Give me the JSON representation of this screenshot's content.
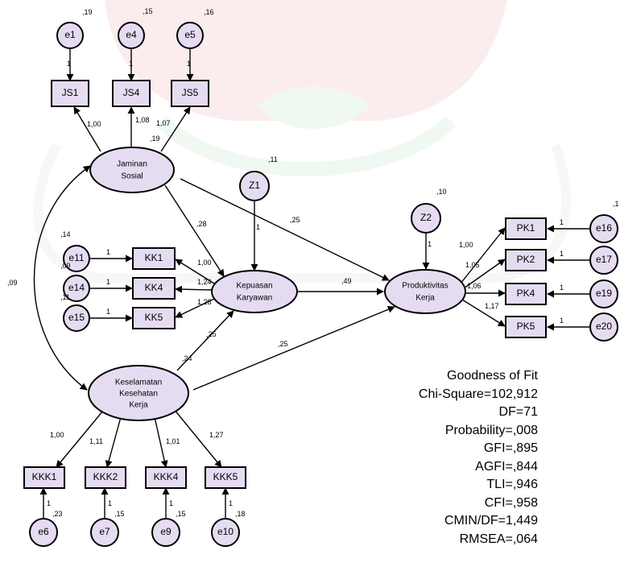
{
  "diagram": {
    "nodes": {
      "e1": "e1",
      "e4": "e4",
      "e5": "e5",
      "JS1": "JS1",
      "JS4": "JS4",
      "JS5": "JS5",
      "js_line1": "Jaminan",
      "js_line2": "Sosial",
      "Z1": "Z1",
      "Z2": "Z2",
      "e11": "e11",
      "e14": "e14",
      "e15": "e15",
      "KK1": "KK1",
      "KK4": "KK4",
      "KK5": "KK5",
      "kk_line1": "Kepuasan",
      "kk_line2": "Karyawan",
      "pk_line1": "Produktivitas",
      "pk_line2": "Kerja",
      "PK1": "PK1",
      "PK2": "PK2",
      "PK4": "PK4",
      "PK5": "PK5",
      "e16": "e16",
      "e17": "e17",
      "e19": "e19",
      "e20": "e20",
      "kkk_line1": "Keselamatan",
      "kkk_line2": "Kesehatan",
      "kkk_line3": "Kerja",
      "KKK1": "KKK1",
      "KKK2": "KKK2",
      "KKK4": "KKK4",
      "KKK5": "KKK5",
      "e6": "e6",
      "e7": "e7",
      "e9": "e9",
      "e10": "e10"
    },
    "labels": {
      "e1_var": ",19",
      "e4_var": ",15",
      "e5_var": ",16",
      "e1_path": "1",
      "e4_path": "1",
      "e5_path": "1",
      "js1_load": "1,00",
      "js4_load": "1,08",
      "js5_load": "1,07",
      "js_var": ",19",
      "z1_var": ",11",
      "z1_path": "1",
      "z2_var": ",10",
      "z2_path": "1",
      "js_kk": ",28",
      "js_pk": ",25",
      "kk_pk": ",49",
      "kkk_kk": ",25",
      "kkk_pk": ",25",
      "cov_js_kkk": ",09",
      "kkk_var": ",24",
      "e11_var": ",14",
      "e14_var": ",09",
      "e15_var": ",11",
      "e11_path": "1",
      "e14_path": "1",
      "e15_path": "1",
      "kk1_load": "1,00",
      "kk4_load": "1,24",
      "kk5_load": "1,28",
      "pk1_load": "1,00",
      "pk2_load": "1,05",
      "pk4_load": "1,06",
      "pk5_load": "1,17",
      "e16_path": "1",
      "e17_path": "1",
      "e19_path": "1",
      "e20_path": "1",
      "e16_var": ",1",
      "kkk1_load": "1,00",
      "kkk2_load": "1,11",
      "kkk4_load": "1,01",
      "kkk5_load": "1,27",
      "e6_path": "1",
      "e7_path": "1",
      "e9_path": "1",
      "e10_path": "1",
      "e6_var": ",23",
      "e7_var": ",15",
      "e9_var": ",15",
      "e10_var": ",18"
    }
  },
  "fit": {
    "title": "Goodness of Fit",
    "chi_square": "Chi-Square=102,912",
    "df": "DF=71",
    "probability": "Probability=,008",
    "gfi": "GFI=,895",
    "agfi": "AGFI=,844",
    "tli": "TLI=,946",
    "cfi": "CFI=,958",
    "cmin_df": "CMIN/DF=1,449",
    "rmsea": "RMSEA=,064"
  },
  "colors": {
    "node_fill": "#e6dcf2",
    "stroke": "#000000"
  }
}
